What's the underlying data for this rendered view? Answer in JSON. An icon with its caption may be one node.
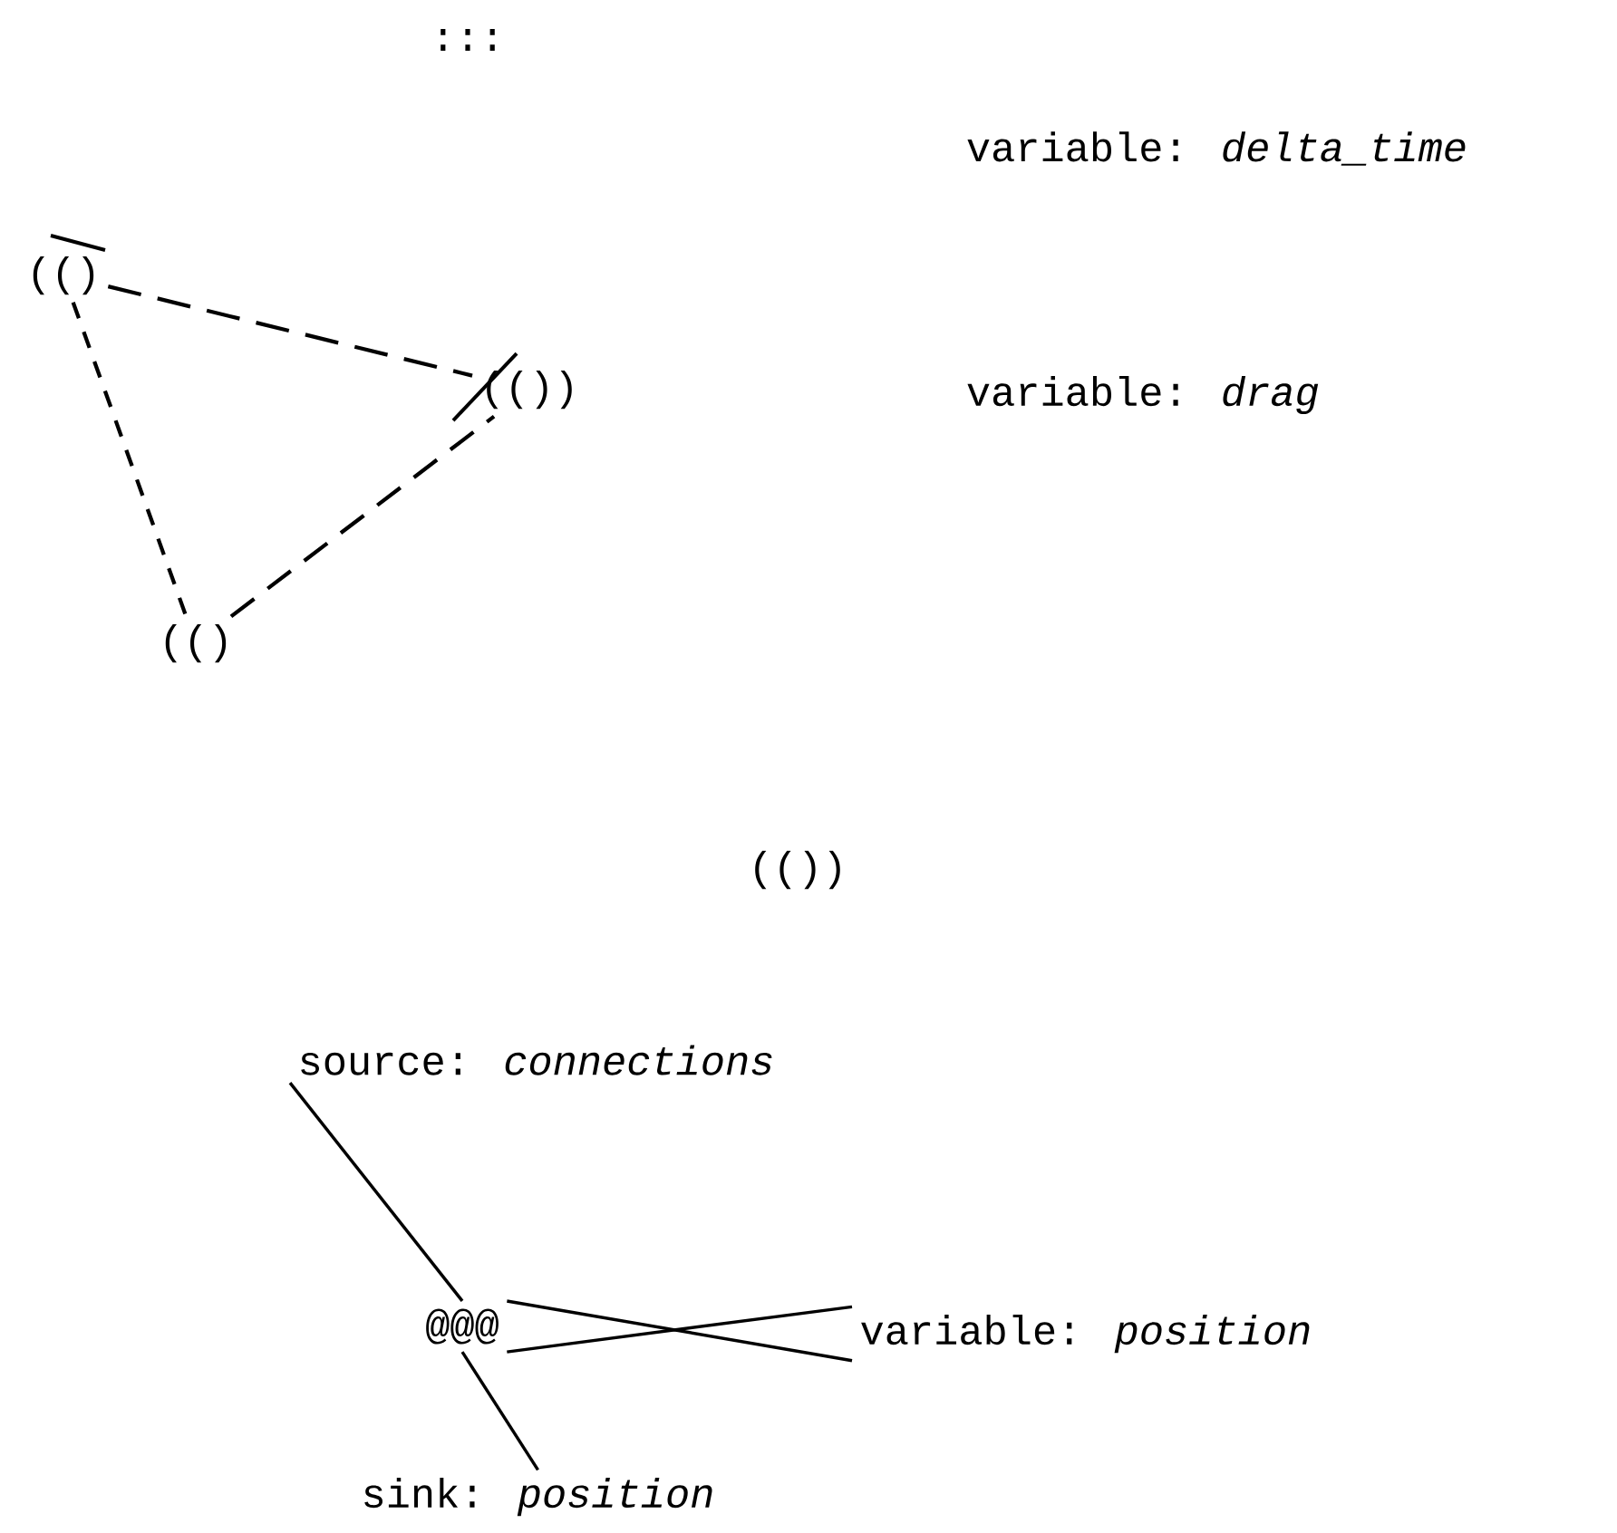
{
  "diagram": {
    "nodes": [
      {
        "text": [
          "(()"
        ]
      },
      {
        "text": [
          "(())"
        ]
      },
      {
        "text": [
          "(()"
        ]
      },
      {
        "text": [
          "source:  *connections*"
        ]
      },
      {
        "text": [
          "@@@"
        ]
      },
      {
        "text": [
          "variable: *position*"
        ]
      },
      {
        "text": [
          "sink: *position*"
        ]
      }
    ],
    "edges": [
      {
        "from": 0,
        "to": 1,
        "arrow": "none",
        "style": "dashed"
      },
      {
        "from": 0,
        "to": 2,
        "arrow": "none",
        "style": "dashed"
      },
      {
        "from": 2,
        "to": 1,
        "arrow": "none",
        "style": "dashed"
      },
      {
        "from": 4,
        "to": 3,
        "arrow": "none"
      },
      {
        "from": 4,
        "to": 5,
        "arrow": "none"
      },
      {
        "from": 4,
        "to": 5,
        "arrow": "none"
      },
      {
        "from": 4,
        "to": 6,
        "arrow": "none"
      }
    ],
    "labels": [
      ":::",
      "variable: *delta_time*",
      "variable: *drag*",
      "(())"
    ]
  }
}
